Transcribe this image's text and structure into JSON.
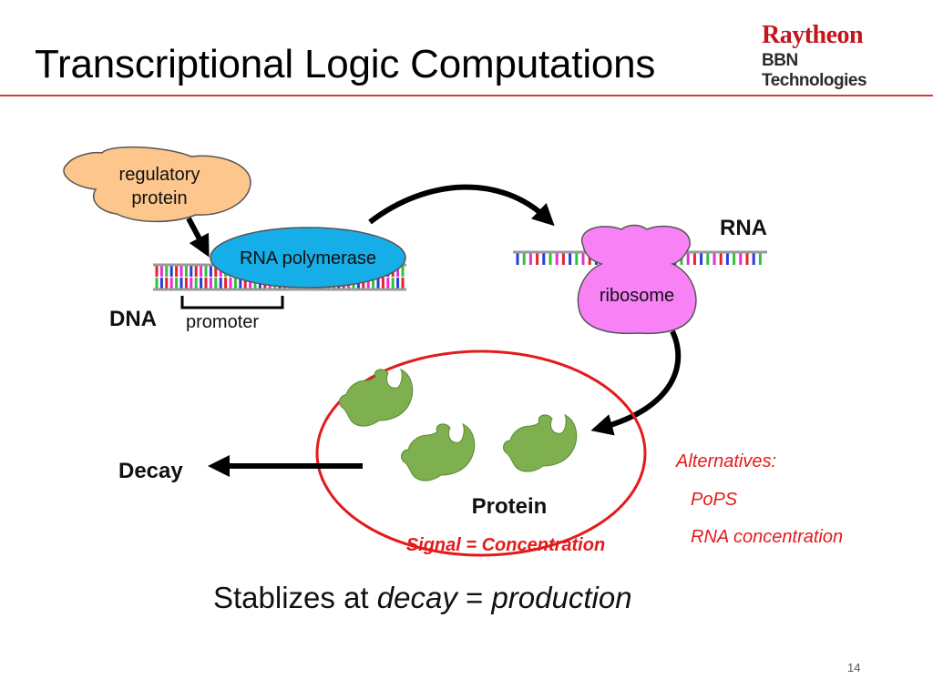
{
  "slide": {
    "title": "Transcriptional Logic Computations",
    "page_number": "14"
  },
  "logo": {
    "line1": "Raytheon",
    "line2": "BBN Technologies",
    "brand_color": "#c3151d"
  },
  "diagram": {
    "regulatory_protein": "regulatory protein",
    "rna_polymerase": "RNA polymerase",
    "dna": "DNA",
    "promoter": "promoter",
    "rna": "RNA",
    "ribosome": "ribosome",
    "protein": "Protein",
    "decay": "Decay",
    "signal": "Signal = Concentration",
    "alternatives_heading": "Alternatives:",
    "alternatives": [
      "PoPS",
      "RNA concentration"
    ],
    "stabilizes_prefix": "Stablizes at ",
    "stabilizes_decay": "decay",
    "stabilizes_equals": " = ",
    "stabilizes_production": "production",
    "colors": {
      "regulatory_protein_fill": "#fcc68c",
      "rna_polymerase_fill": "#15aee8",
      "ribosome_fill": "#f781f5",
      "protein_fill": "#7fb04f",
      "circle_stroke": "#e31b1b",
      "accent_red": "#e31b1b",
      "base_colors": [
        "#e5232d",
        "#2a3bd9",
        "#32c13a",
        "#e52fd3"
      ]
    }
  }
}
